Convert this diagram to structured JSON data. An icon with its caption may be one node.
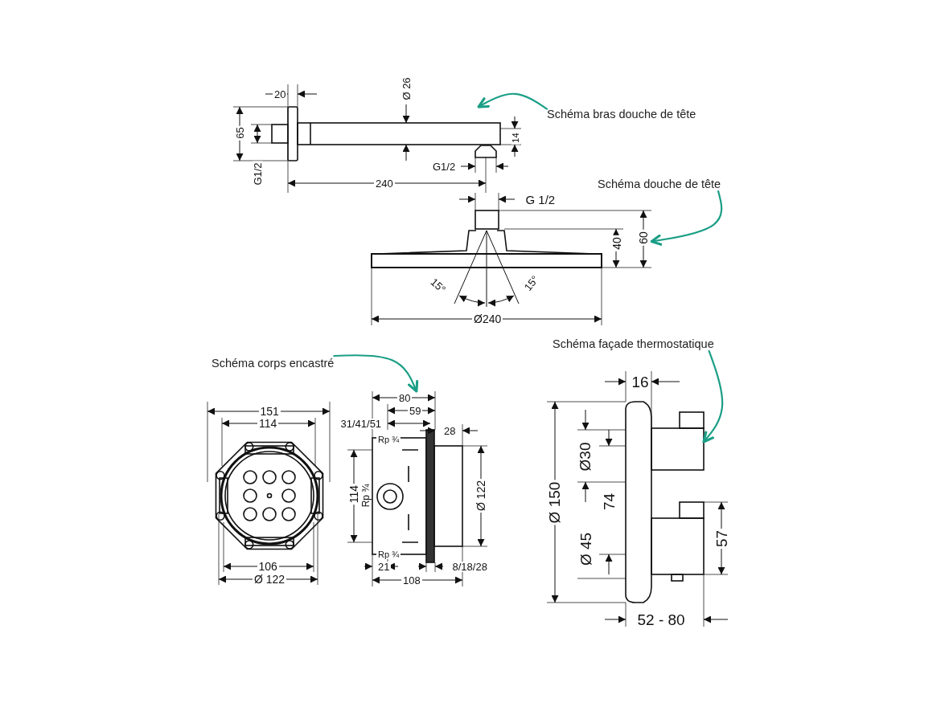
{
  "diagram": {
    "nodes": [
      {
        "text": [
          "Schéma bras douche de tête"
        ]
      },
      {
        "text": [
          "Schéma douche de tête"
        ]
      },
      {
        "text": [
          "Schéma corps encastré"
        ]
      },
      {
        "text": [
          "Schéma façade thermostatique"
        ]
      },
      {
        "text": [],
        "shape": "picture"
      },
      {
        "text": [],
        "shape": "picture"
      },
      {
        "text": [],
        "shape": "picture"
      },
      {
        "text": [],
        "shape": "picture"
      }
    ],
    "edges": [
      {
        "from": 0,
        "to": 4,
        "arrow": "to"
      },
      {
        "from": 1,
        "to": 5,
        "arrow": "to"
      },
      {
        "from": 2,
        "to": 6,
        "arrow": "to"
      },
      {
        "from": 3,
        "to": 7,
        "arrow": "to"
      }
    ],
    "labels": [
      "20",
      "Ø 26",
      "65",
      "G1/2",
      "14",
      "G1/2",
      "240",
      "G 1/2",
      "60",
      "40",
      "15°",
      "15°",
      "Ø240",
      "151",
      "114",
      "106",
      "Ø 122",
      "80",
      "59",
      "31/41/51",
      "28",
      "Rp ¾",
      "114",
      "Rp ¾",
      "Ø 122",
      "Rp ¾",
      "21",
      "8/18/28",
      "108",
      "16",
      "Ø 150",
      "Ø30",
      "74",
      "Ø 45",
      "57",
      "52 - 80"
    ]
  }
}
